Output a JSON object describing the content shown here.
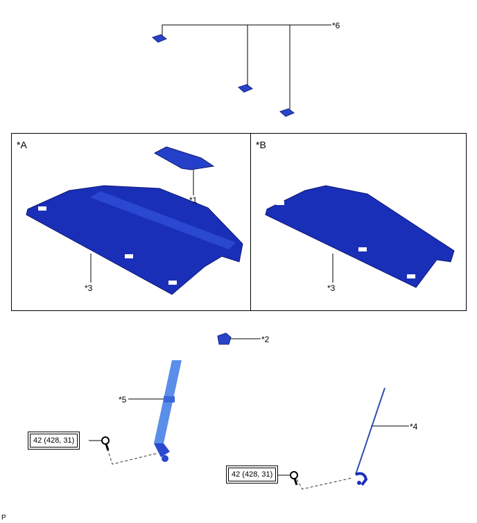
{
  "callouts": {
    "c1": "*1",
    "c2": "*2",
    "c3a": "*3",
    "c3b": "*3",
    "c4": "*4",
    "c5": "*5",
    "c6": "*6"
  },
  "panels": {
    "a_label": "*A",
    "b_label": "*B"
  },
  "torque": {
    "left": "42 (428, 31)",
    "right": "42 (428, 31)"
  },
  "footer_code": "P",
  "colors": {
    "part_blue": "#1a2fb8",
    "part_light": "#4a7fe0",
    "line": "#000000"
  }
}
